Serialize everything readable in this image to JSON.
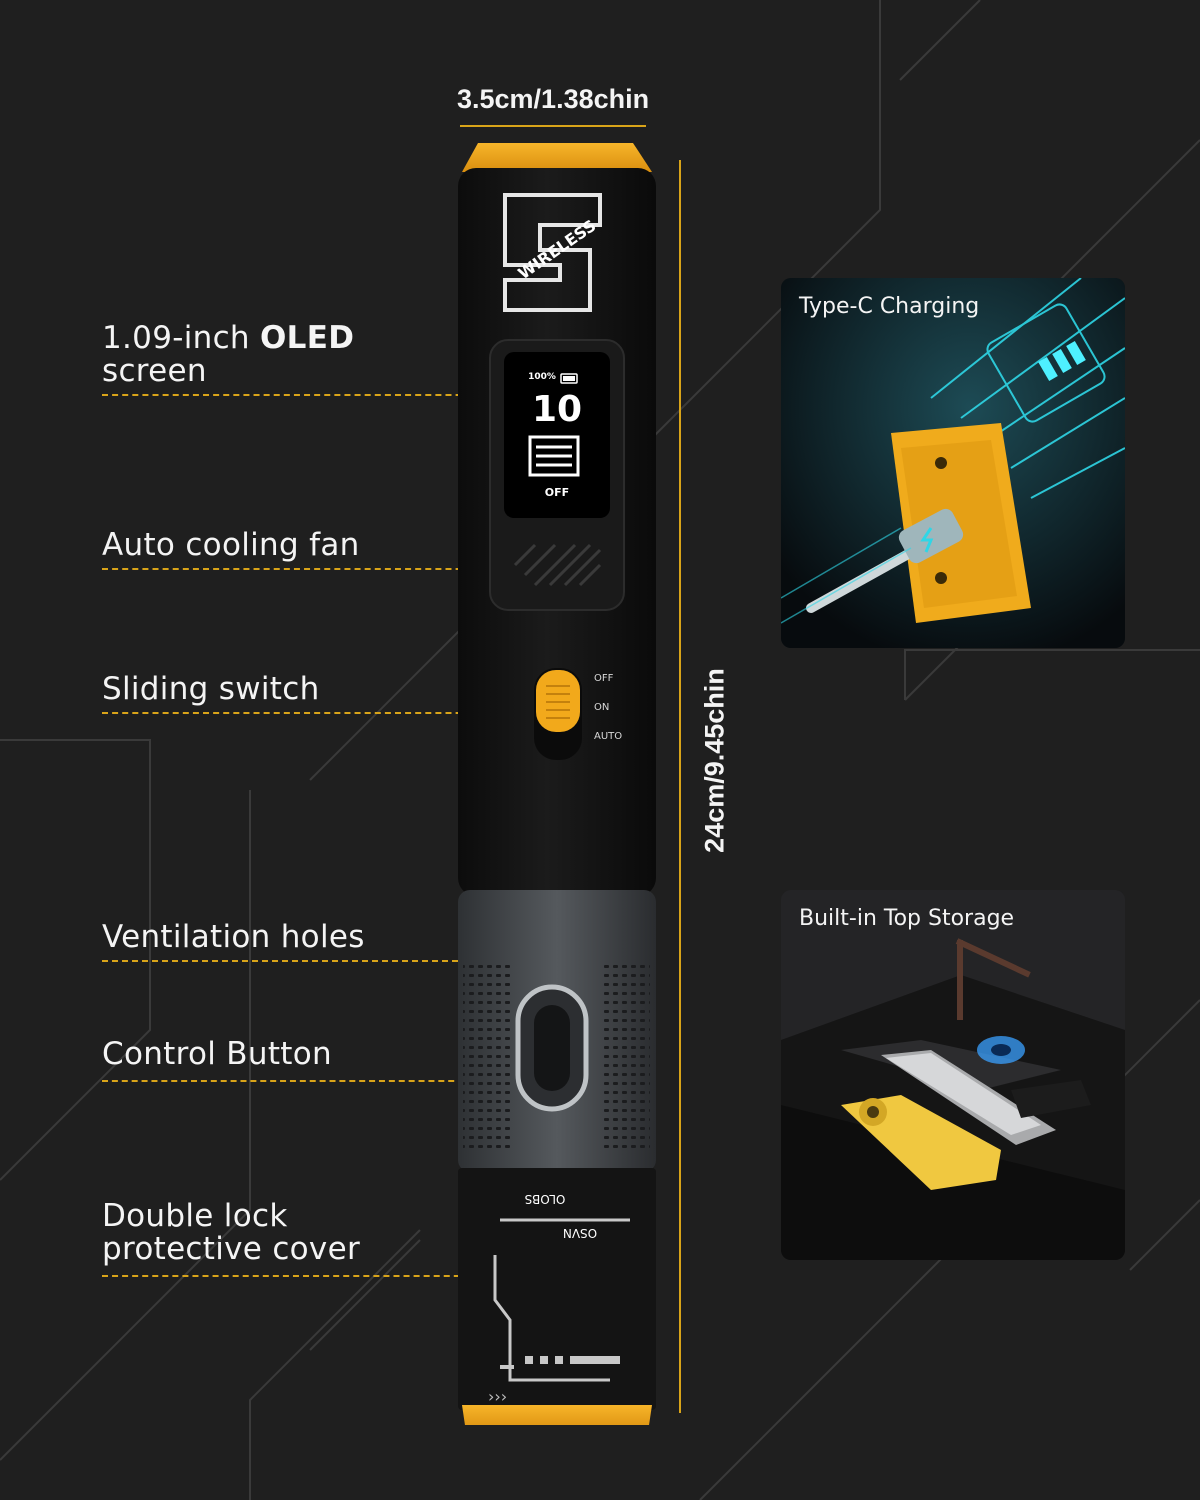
{
  "dimensions": {
    "width_label": "3.5cm/1.38chin",
    "height_label": "24cm/9.45chin"
  },
  "features": {
    "oled_prefix": "1.09-inch ",
    "oled_bold": "OLED",
    "oled_suffix": "screen",
    "cooling_fan": "Auto cooling fan",
    "sliding_switch": "Sliding switch",
    "ventilation": "Ventilation holes",
    "control_button": "Control Button",
    "cover_line1": "Double lock",
    "cover_line2": "protective cover"
  },
  "device": {
    "logo_text": "WIRELESS",
    "screen_battery": "100%",
    "screen_value": "10",
    "screen_mode": "OFF",
    "switch_options": [
      "OFF",
      "ON",
      "AUTO"
    ],
    "cover_text_1": "OLOBS",
    "cover_text_2": "OSVN"
  },
  "cards": {
    "charging_title": "Type-C Charging",
    "storage_title": "Built-in Top Storage"
  },
  "colors": {
    "background": "#1f1f1f",
    "accent_yellow": "#f2a91b",
    "leader_line": "#d9a419",
    "cyan_glow": "#2fd6e6"
  }
}
